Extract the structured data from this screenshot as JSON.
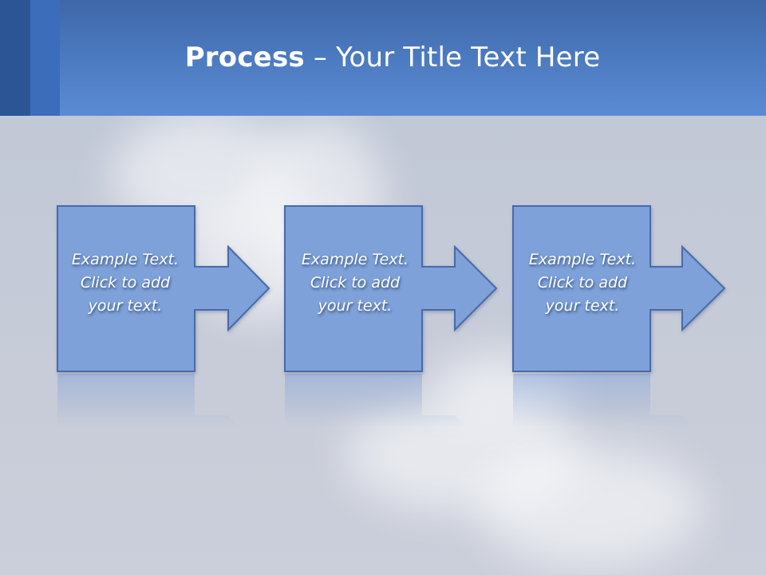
{
  "header": {
    "title_bold": "Process",
    "title_rest": " – Your Title Text Here"
  },
  "steps": [
    {
      "line1": "Example Text.",
      "line2": "Click  to add",
      "line3": "your text."
    },
    {
      "line1": "Example Text.",
      "line2": "Click  to add",
      "line3": "your text."
    },
    {
      "line1": "Example Text.",
      "line2": "Click  to add",
      "line3": "your text."
    }
  ],
  "colors": {
    "header": "#4d7cc2",
    "shape_fill": "#7ea1d9",
    "shape_stroke": "#4a6ba8",
    "background": "#c4c9d6"
  }
}
